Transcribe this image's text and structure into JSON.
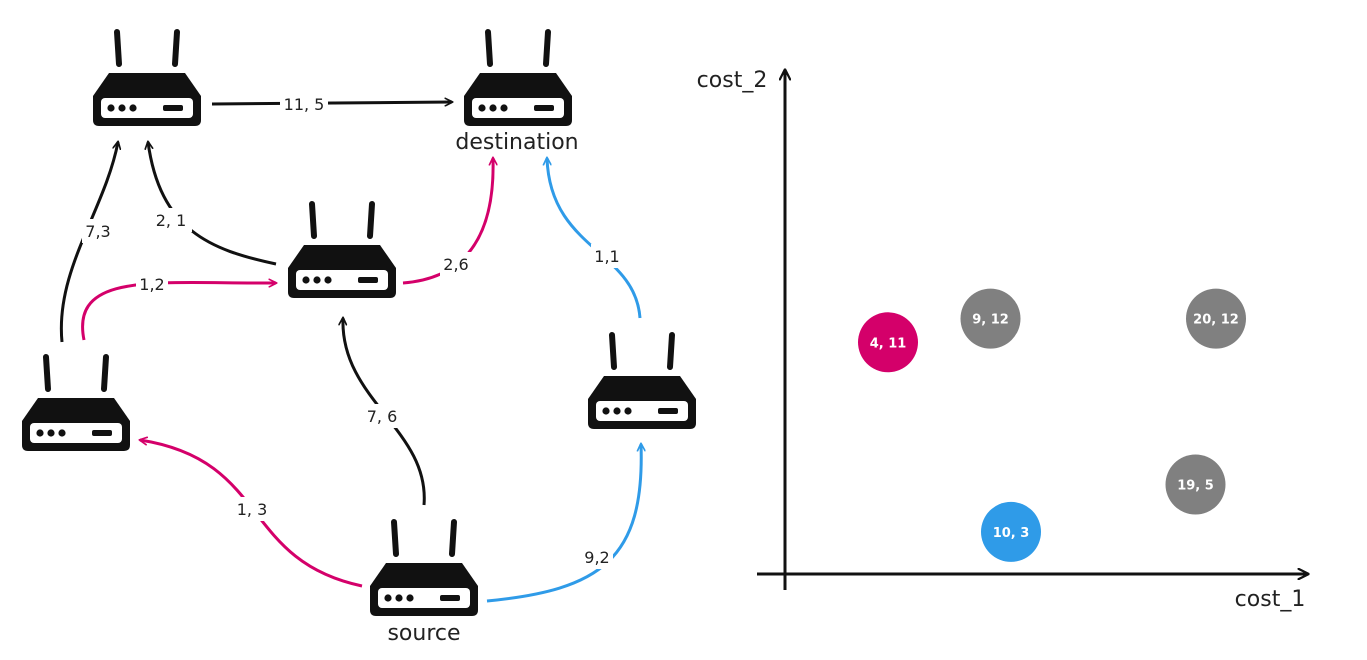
{
  "colors": {
    "black": "#111111",
    "pink": "#d4006a",
    "blue": "#2f9be8",
    "gray": "#808080"
  },
  "network": {
    "routers": [
      {
        "id": "r_top_left",
        "label": ""
      },
      {
        "id": "r_dest",
        "label": "destination"
      },
      {
        "id": "r_mid",
        "label": ""
      },
      {
        "id": "r_left",
        "label": ""
      },
      {
        "id": "r_right",
        "label": ""
      },
      {
        "id": "r_source",
        "label": "source"
      }
    ],
    "edges": [
      {
        "id": "e_tl_dest",
        "label": "11, 5",
        "color": "black"
      },
      {
        "id": "e_left_tl",
        "label": "7,3",
        "color": "black"
      },
      {
        "id": "e_mid_tl",
        "label": "2, 1",
        "color": "black"
      },
      {
        "id": "e_left_mid",
        "label": "1,2",
        "color": "pink"
      },
      {
        "id": "e_mid_dest",
        "label": "2,6",
        "color": "pink"
      },
      {
        "id": "e_source_left",
        "label": "1, 3",
        "color": "pink"
      },
      {
        "id": "e_source_mid",
        "label": "7, 6",
        "color": "black"
      },
      {
        "id": "e_right_dest",
        "label": "1,1",
        "color": "blue"
      },
      {
        "id": "e_source_right",
        "label": "9,2",
        "color": "blue"
      }
    ]
  },
  "plot": {
    "xlabel": "cost_1",
    "ylabel": "cost_2",
    "points": [
      {
        "label": "4, 11",
        "cost_1": 4,
        "cost_2": 11,
        "color": "pink"
      },
      {
        "label": "9, 12",
        "cost_1": 9,
        "cost_2": 12,
        "color": "gray"
      },
      {
        "label": "20, 12",
        "cost_1": 20,
        "cost_2": 12,
        "color": "gray"
      },
      {
        "label": "19, 5",
        "cost_1": 19,
        "cost_2": 5,
        "color": "gray"
      },
      {
        "label": "10, 3",
        "cost_1": 10,
        "cost_2": 3,
        "color": "blue"
      }
    ]
  }
}
